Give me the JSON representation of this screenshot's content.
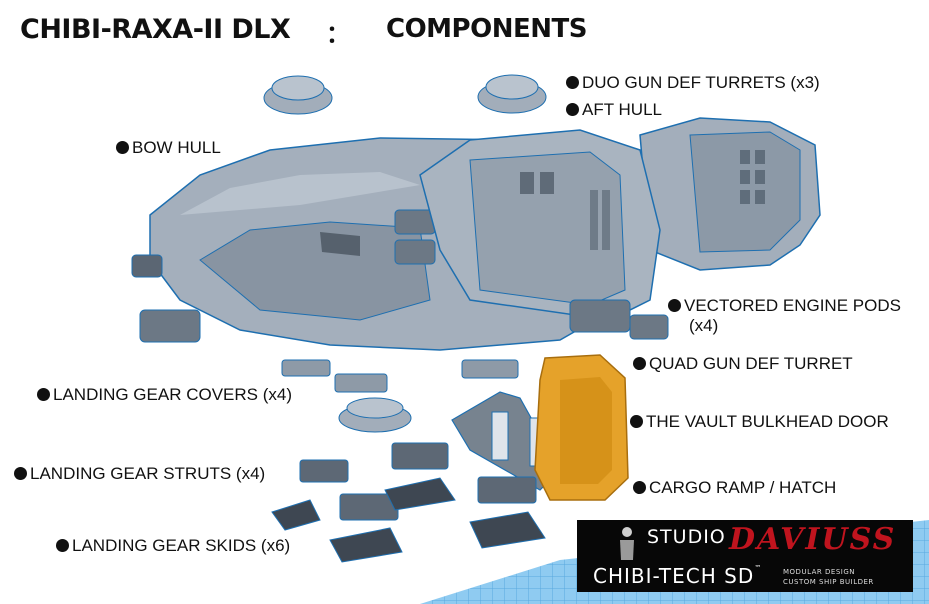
{
  "title": {
    "main": "CHIBI-RAXA-II DLX",
    "separator": "：",
    "subtitle": "COMPONENTS"
  },
  "labels": {
    "duo_gun": "DUO GUN DEF TURRETS (x3)",
    "aft_hull": "AFT HULL",
    "bow_hull": "BOW HULL",
    "vectored_line1": "VECTORED ENGINE PODS",
    "vectored_line2": "(x4)",
    "quad_gun": "QUAD GUN DEF TURRET",
    "landing_covers": "LANDING GEAR COVERS (x4)",
    "vault_door": "THE VAULT BULKHEAD DOOR",
    "landing_struts": "LANDING GEAR STRUTS (x4)",
    "cargo_ramp": "CARGO RAMP / HATCH",
    "landing_skids": "LANDING GEAR SKIDS (x6)"
  },
  "logo": {
    "studio": "STUDIO",
    "brand": "DAVIUSS",
    "product": "CHIBI-TECH SD",
    "trademark": "™",
    "small_line1": "MODULAR DESIGN",
    "small_line2": "CUSTOM SHIP BUILDER"
  },
  "colors": {
    "hull": "#9aa7b4",
    "hull_dark": "#6f7d8b",
    "outline": "#1e6fb0",
    "door": "#e5a22a",
    "grid": "#6ab4e8",
    "logo_bg": "#070707",
    "logo_accent": "#c0141e"
  }
}
